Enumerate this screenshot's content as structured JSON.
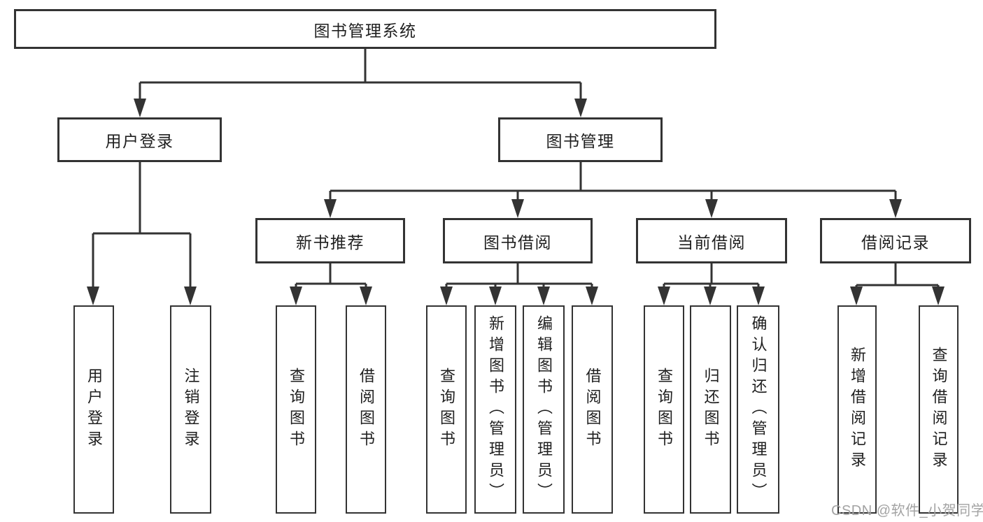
{
  "tree": {
    "root": {
      "label": "图书管理系统"
    },
    "children": [
      {
        "label": "用户登录",
        "children": [
          {
            "label": "用户登录"
          },
          {
            "label": "注销登录"
          }
        ]
      },
      {
        "label": "图书管理",
        "children": [
          {
            "label": "新书推荐",
            "children": [
              {
                "label": "查询图书"
              },
              {
                "label": "借阅图书"
              }
            ]
          },
          {
            "label": "图书借阅",
            "children": [
              {
                "label": "查询图书"
              },
              {
                "label": "新增图书（管理员）"
              },
              {
                "label": "编辑图书（管理员）"
              },
              {
                "label": "借阅图书"
              }
            ]
          },
          {
            "label": "当前借阅",
            "children": [
              {
                "label": "查询图书"
              },
              {
                "label": "归还图书"
              },
              {
                "label": "确认归还（管理员）"
              }
            ]
          },
          {
            "label": "借阅记录",
            "children": [
              {
                "label": "新增借阅记录"
              },
              {
                "label": "查询借阅记录"
              }
            ]
          }
        ]
      }
    ]
  },
  "watermark": {
    "text": "CSDN @软件_小贺同学"
  },
  "colors": {
    "line": "#333333",
    "box_border": "#333333",
    "text": "#1f1f1f",
    "watermark": "#a3a3a3",
    "background": "#ffffff"
  }
}
